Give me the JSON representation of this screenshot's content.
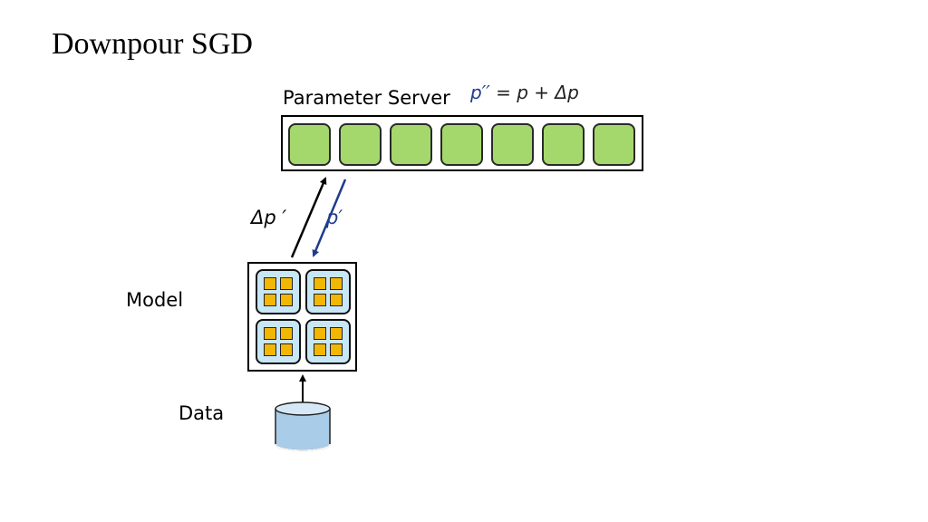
{
  "title": "Downpour SGD",
  "labels": {
    "parameter_server": "Parameter Server",
    "model": "Model",
    "data": "Data",
    "delta_p": "Δp ′",
    "p_prime": "p′",
    "update_formula_head": "p′′",
    "update_formula_rest": "= p + Δp"
  },
  "colors": {
    "parameter_cell": "#a5d86c",
    "core_fill": "#c7e6f6",
    "unit_fill": "#f2b705",
    "data_fill": "#a9cce8",
    "blue_arrow": "#1f3b8f"
  },
  "parameter_cells": 7,
  "model_cores": 4
}
